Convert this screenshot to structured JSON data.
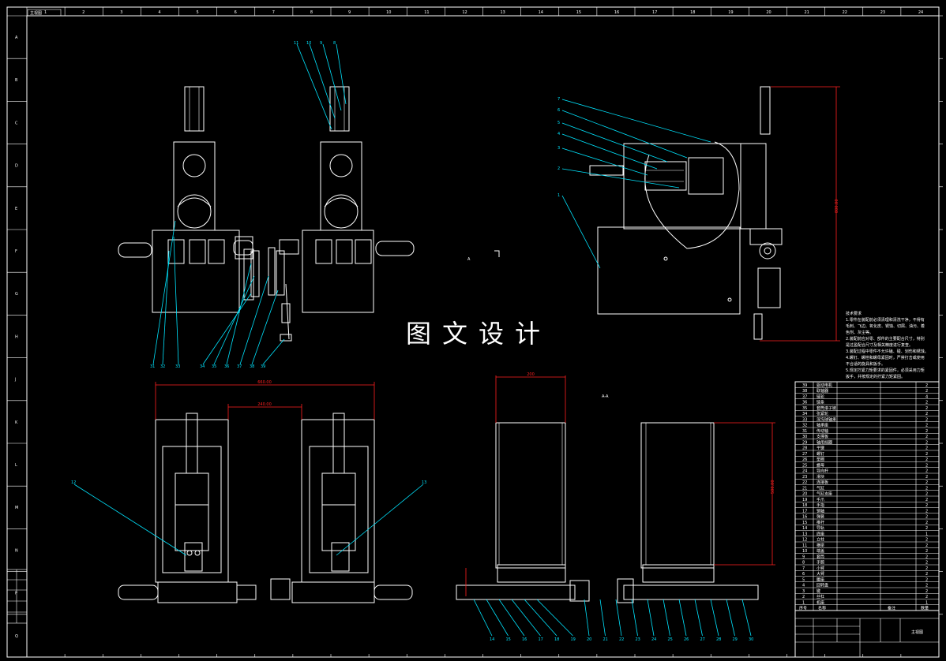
{
  "sheet": {
    "watermark": "图文设计",
    "corner_label": "主视图",
    "title_cell": "主视图",
    "columns": [
      "1",
      "2",
      "3",
      "4",
      "5",
      "6",
      "7",
      "8",
      "9",
      "10",
      "11",
      "12",
      "13",
      "14",
      "15",
      "16",
      "17",
      "18",
      "19",
      "20",
      "21",
      "22",
      "23",
      "24"
    ],
    "rows": [
      "A",
      "B",
      "C",
      "D",
      "E",
      "F",
      "G",
      "H",
      "J",
      "K",
      "L",
      "M",
      "N",
      "P",
      "Q"
    ]
  },
  "dimensions": {
    "top_right_height": "800.00",
    "bottom_left_width": "660.00",
    "bottom_left_gap": "240.00",
    "bottom_mid_width": "200",
    "bottom_mid_height": "500.00"
  },
  "section_labels": {
    "bottom_center": "A-A"
  },
  "callouts": {
    "top_left_top": [
      "11",
      "10",
      "9",
      "8"
    ],
    "top_left_bottom": [
      "31",
      "32",
      "33",
      "34",
      "35",
      "36",
      "37",
      "38",
      "39"
    ],
    "top_right": [
      "7",
      "6",
      "5",
      "4",
      "3",
      "2",
      "1"
    ],
    "bottom_left": [
      "12",
      "13"
    ],
    "bottom_right": [
      "14",
      "15",
      "16",
      "17",
      "18",
      "19",
      "20",
      "21",
      "22",
      "23",
      "24",
      "25",
      "26",
      "27",
      "28",
      "29",
      "30"
    ]
  },
  "notes": [
    "技术要求",
    "1.零件在装配前必须清理和清洗干净，不得有",
    "毛刺、飞边、氧化皮、锈蚀、切屑、油污、着",
    "色剂、灰尘等。",
    "2.装配前应对零、部件的主要配合尺寸，特别",
    "是过盈配合尺寸及相关精度进行复查。",
    "3.装配过程中零件不允许磕、碰、划伤和锈蚀。",
    "4.螺钉、螺栓和螺母紧固时，严禁打击或使用",
    "不合适的旋具和扳手。",
    "5.规定拧紧力矩要求的紧固件，必须采用力矩",
    "扳手，并按规定的拧紧力矩紧固。"
  ],
  "bom": [
    {
      "no": "39",
      "name": "驱动电机",
      "qty": "2"
    },
    {
      "no": "38",
      "name": "联轴器",
      "qty": "2"
    },
    {
      "no": "37",
      "name": "链轮",
      "qty": "4"
    },
    {
      "no": "36",
      "name": "链条",
      "qty": "2"
    },
    {
      "no": "35",
      "name": "套筒滚子链",
      "qty": "2"
    },
    {
      "no": "34",
      "name": "张紧轮",
      "qty": "2"
    },
    {
      "no": "33",
      "name": "深沟球轴承",
      "qty": "2"
    },
    {
      "no": "32",
      "name": "轴承座",
      "qty": "2"
    },
    {
      "no": "31",
      "name": "传动轴",
      "qty": "2"
    },
    {
      "no": "30",
      "name": "支撑板",
      "qty": "2"
    },
    {
      "no": "29",
      "name": "轴用挡圈",
      "qty": "2"
    },
    {
      "no": "28",
      "name": "平键",
      "qty": "2"
    },
    {
      "no": "27",
      "name": "螺钉",
      "qty": "2"
    },
    {
      "no": "26",
      "name": "垫圈",
      "qty": "2"
    },
    {
      "no": "25",
      "name": "螺母",
      "qty": "2"
    },
    {
      "no": "24",
      "name": "导向杆",
      "qty": "2"
    },
    {
      "no": "23",
      "name": "滑块",
      "qty": "2"
    },
    {
      "no": "22",
      "name": "连接板",
      "qty": "2"
    },
    {
      "no": "21",
      "name": "气缸",
      "qty": "2"
    },
    {
      "no": "20",
      "name": "气缸支座",
      "qty": "2"
    },
    {
      "no": "19",
      "name": "手爪",
      "qty": "2"
    },
    {
      "no": "18",
      "name": "手指",
      "qty": "2"
    },
    {
      "no": "17",
      "name": "销轴",
      "qty": "2"
    },
    {
      "no": "16",
      "name": "弹簧",
      "qty": "2"
    },
    {
      "no": "15",
      "name": "推杆",
      "qty": "2"
    },
    {
      "no": "14",
      "name": "导轨",
      "qty": "2"
    },
    {
      "no": "13",
      "name": "底座",
      "qty": "1"
    },
    {
      "no": "12",
      "name": "立柱",
      "qty": "2"
    },
    {
      "no": "11",
      "name": "横梁",
      "qty": "2"
    },
    {
      "no": "10",
      "name": "端盖",
      "qty": "2"
    },
    {
      "no": "9",
      "name": "套筒",
      "qty": "2"
    },
    {
      "no": "8",
      "name": "手腕",
      "qty": "2"
    },
    {
      "no": "7",
      "name": "小臂",
      "qty": "2"
    },
    {
      "no": "6",
      "name": "大臂",
      "qty": "2"
    },
    {
      "no": "5",
      "name": "腰座",
      "qty": "2"
    },
    {
      "no": "4",
      "name": "回转盘",
      "qty": "2"
    },
    {
      "no": "3",
      "name": "键",
      "qty": "2"
    },
    {
      "no": "2",
      "name": "丝杠",
      "qty": "2"
    },
    {
      "no": "1",
      "name": "机座",
      "qty": "1"
    }
  ],
  "bom_header": {
    "no": "序号",
    "name": "名称",
    "qty": "数量",
    "remark": "备注"
  },
  "colors": {
    "background": "#000000",
    "outline": "#ffffff",
    "leader": "#00e5ff",
    "dimension": "#ff2020"
  }
}
